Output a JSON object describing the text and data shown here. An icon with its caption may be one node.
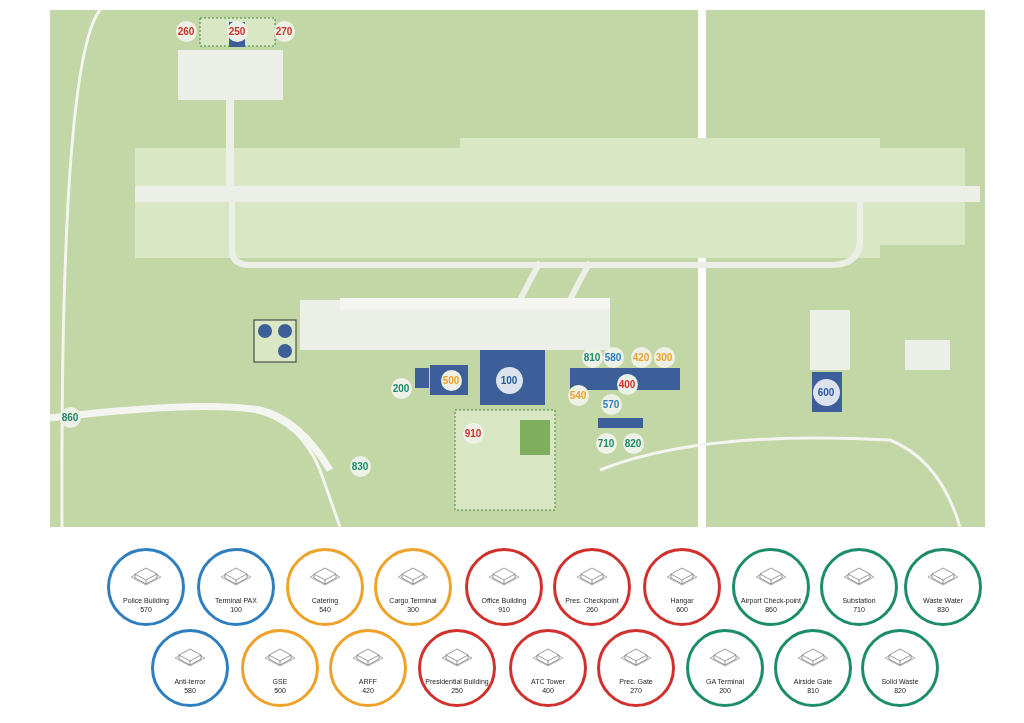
{
  "diagram": {
    "nodes": [
      {
        "text": [
          "260"
        ]
      },
      {
        "text": [
          "250"
        ]
      },
      {
        "text": [
          "270"
        ]
      },
      {
        "text": [
          "810"
        ]
      },
      {
        "text": [
          "580"
        ]
      },
      {
        "text": [
          "420"
        ]
      },
      {
        "text": [
          "300"
        ]
      },
      {
        "text": [
          "100"
        ]
      },
      {
        "text": [
          "500"
        ]
      },
      {
        "text": [
          "400"
        ]
      },
      {
        "text": [
          "200"
        ]
      },
      {
        "text": [
          "540"
        ]
      },
      {
        "text": [
          "570"
        ]
      },
      {
        "text": [
          "600"
        ]
      },
      {
        "text": [
          "910"
        ]
      },
      {
        "text": [
          "860"
        ]
      },
      {
        "text": [
          "710"
        ]
      },
      {
        "text": [
          "820"
        ]
      },
      {
        "text": [
          "830"
        ]
      },
      {
        "text": [
          "Police Building",
          "570"
        ]
      },
      {
        "text": [
          "Terminal PAX",
          "100"
        ]
      },
      {
        "text": [
          "Catering",
          "540"
        ]
      },
      {
        "text": [
          "Cargo Terminal",
          "300"
        ]
      },
      {
        "text": [
          "Office Building",
          "910"
        ]
      },
      {
        "text": [
          "Pres. Checkpoint",
          "260"
        ]
      },
      {
        "text": [
          "Hangar",
          "600"
        ]
      },
      {
        "text": [
          "Airport Check-point",
          "860"
        ]
      },
      {
        "text": [
          "Substation",
          "710"
        ]
      },
      {
        "text": [
          "Waste Water",
          "830"
        ]
      },
      {
        "text": [
          "Anti-terror",
          "580"
        ]
      },
      {
        "text": [
          "GSE",
          "500"
        ]
      },
      {
        "text": [
          "ARFF",
          "420"
        ]
      },
      {
        "text": [
          "Presidential Building",
          "250"
        ]
      },
      {
        "text": [
          "ATC Tower",
          "400"
        ]
      },
      {
        "text": [
          "Prec. Gate",
          "270"
        ]
      },
      {
        "text": [
          "GA Terminal",
          "200"
        ]
      },
      {
        "text": [
          "Airside Gate",
          "810"
        ]
      },
      {
        "text": [
          "Solid Waste",
          "820"
        ]
      }
    ]
  }
}
